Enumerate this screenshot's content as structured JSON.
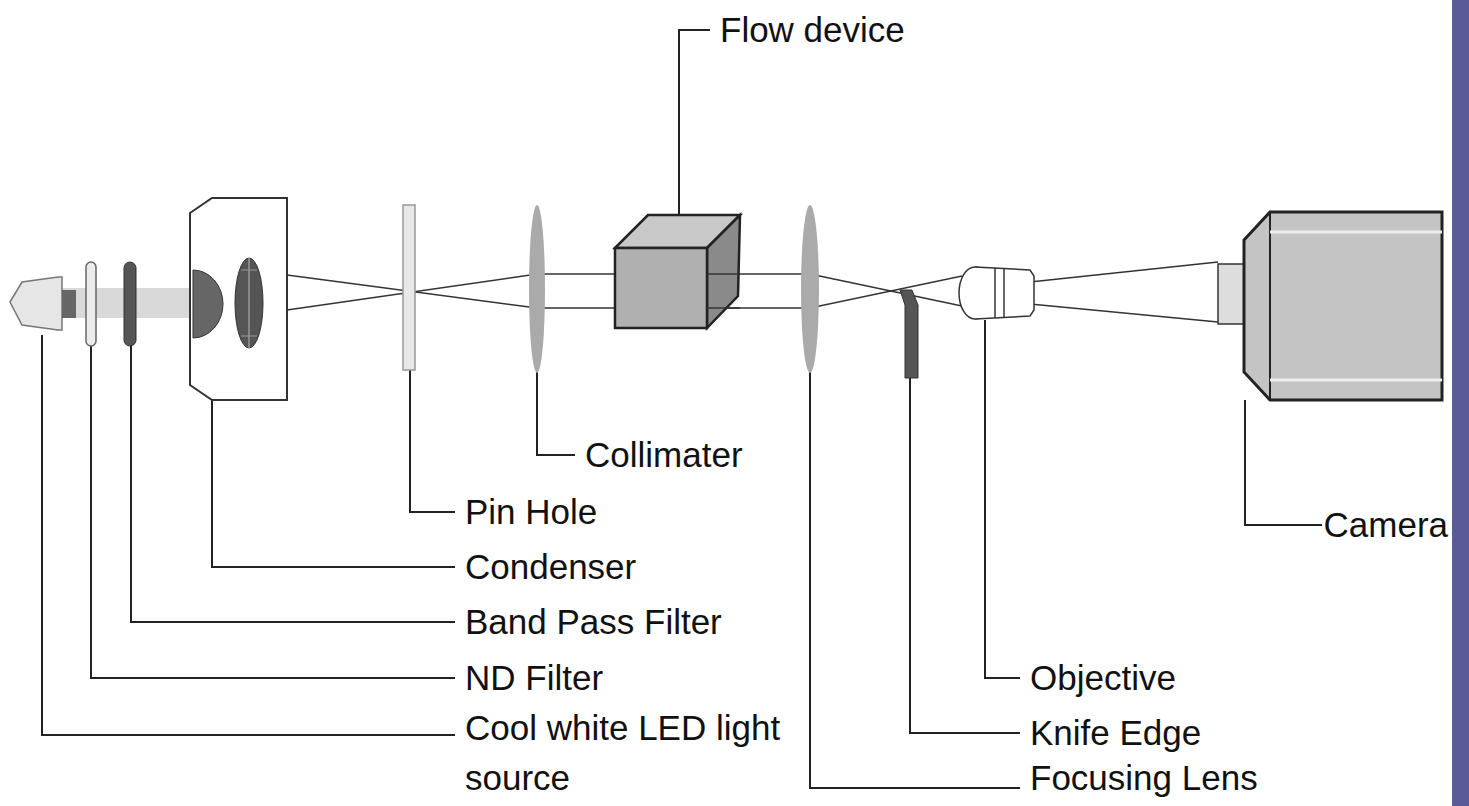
{
  "diagram": {
    "labels": [
      "Flow device",
      "Collimater",
      "Pin Hole",
      "Condenser",
      "Band Pass Filter",
      "ND Filter",
      "Cool white LED light source",
      "Camera",
      "Objective",
      "Knife Edge",
      "Focusing Lens"
    ]
  }
}
